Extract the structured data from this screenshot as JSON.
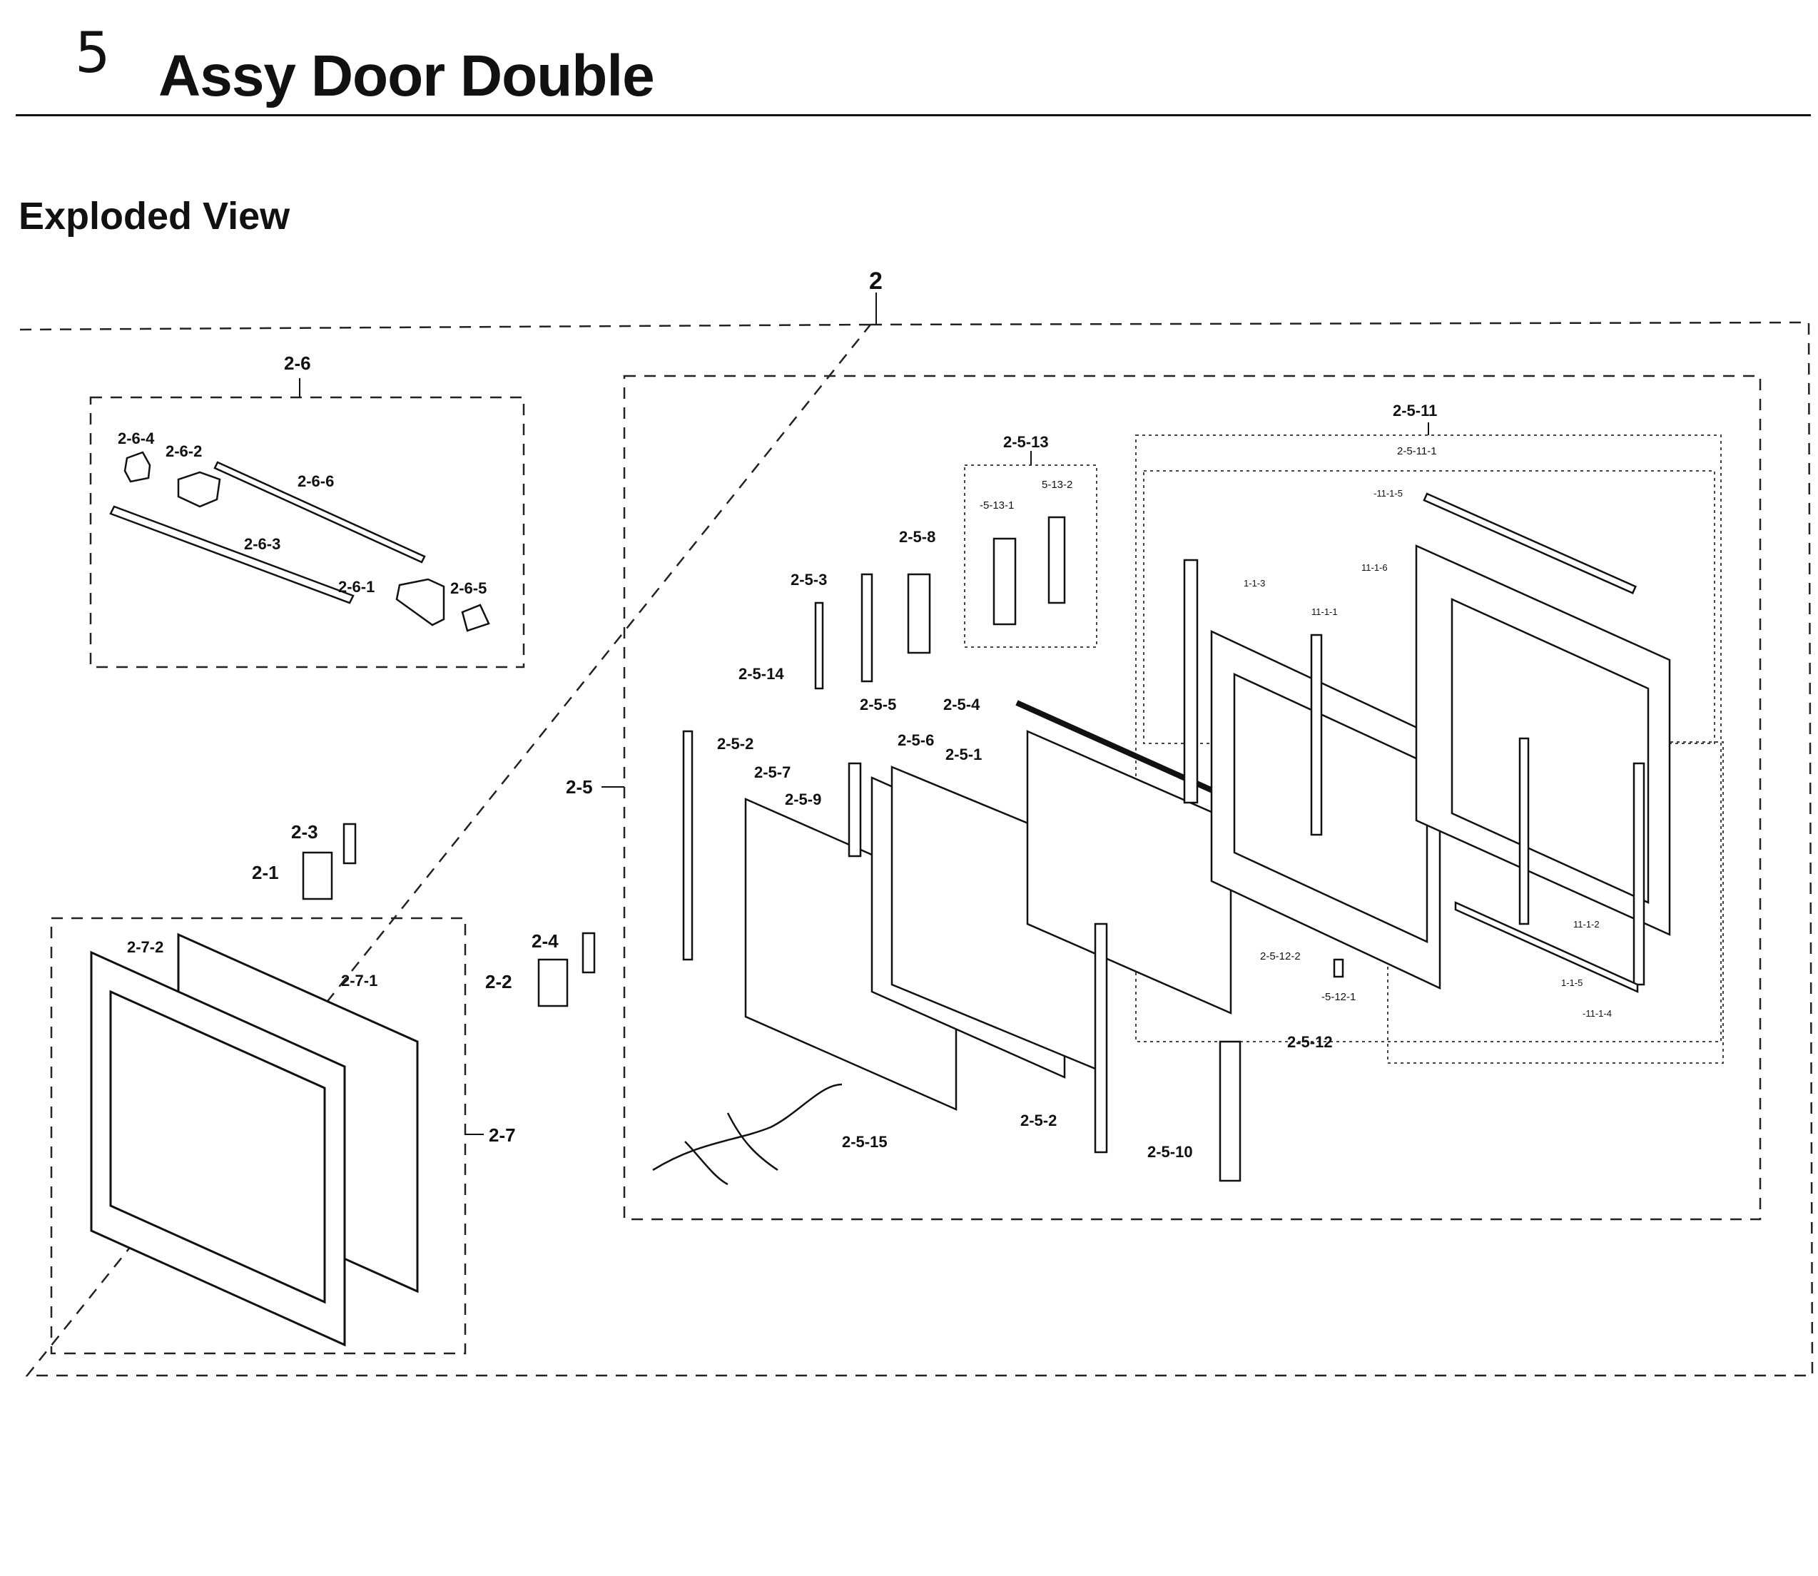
{
  "header": {
    "section_number": "5",
    "title": "Assy Door Double",
    "subtitle": "Exploded View"
  },
  "labels": {
    "assy_2": "2",
    "l_2_6": "2-6",
    "l_2_6_4": "2-6-4",
    "l_2_6_2": "2-6-2",
    "l_2_6_6": "2-6-6",
    "l_2_6_3": "2-6-3",
    "l_2_6_1": "2-6-1",
    "l_2_6_5": "2-6-5",
    "l_2_3": "2-3",
    "l_2_1": "2-1",
    "l_2_4": "2-4",
    "l_2_2": "2-2",
    "l_2_7": "2-7",
    "l_2_7_2": "2-7-2",
    "l_2_7_1": "2-7-1",
    "l_2_5": "2-5",
    "l_2_5_3": "2-5-3",
    "l_2_5_8": "2-5-8",
    "l_2_5_13": "2-5-13",
    "l_5_13_1": "-5-13-1",
    "l_5_13_2": "5-13-2",
    "l_2_5_14": "2-5-14",
    "l_2_5_5": "2-5-5",
    "l_2_5_4": "2-5-4",
    "l_2_5_6": "2-5-6",
    "l_2_5_1": "2-5-1",
    "l_2_5_2a": "2-5-2",
    "l_2_5_7": "2-5-7",
    "l_2_5_9": "2-5-9",
    "l_2_5_2b": "2-5-2",
    "l_2_5_15": "2-5-15",
    "l_2_5_10": "2-5-10",
    "l_2_5_11": "2-5-11",
    "l_2_5_11_1": "2-5-11-1",
    "l_11_1_5": "-11-1-5",
    "l_11_1_6": "11-1-6",
    "l_1_1_3": "1-1-3",
    "l_11_1_1": "11-1-1",
    "l_11_1_2": "11-1-2",
    "l_1_1_5": "1-1-5",
    "l_11_1_4": "-11-1-4",
    "l_2_5_12_2": "2-5-12-2",
    "l_5_12_1": "-5-12-1",
    "l_2_5_12": "2-5-12"
  }
}
